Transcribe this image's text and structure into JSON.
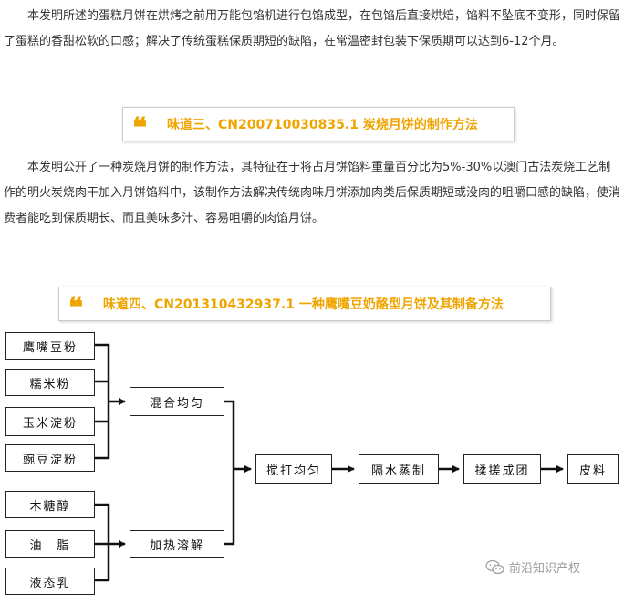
{
  "paragraphs": [
    "本发明所述的蛋糕月饼在烘烤之前用万能包馅机进行包馅成型，在包馅后直接烘焙，馅料不坠底不变形，同时保留了蛋糕的香甜松软的口感；解决了传统蛋糕保质期短的缺陷，在常温密封包装下保质期可以达到6-12个月。",
    "本发明公开了一种炭烧月饼的制作方法，其特征在于将占月饼馅料重量百分比为5%-30%以澳门古法炭烧工艺制作的明火炭烧肉干加入月饼馅料中，该制作方法解决传统肉味月饼添加肉类后保质期短或没肉的咀嚼口感的缺陷，使消费者能吃到保质期长、而且美味多汁、容易咀嚼的肉馅月饼。"
  ],
  "headings": [
    "味道三、CN200710030835.1 炭烧月饼的制作方法",
    "味道四、CN201310432937.1 一种鹰嘴豆奶酪型月饼及其制备方法"
  ],
  "flow": {
    "group1": [
      "鹰嘴豆粉",
      "糯米粉",
      "玉米淀粉",
      "豌豆淀粉"
    ],
    "group2": [
      "木糖醇",
      "油　脂",
      "液态乳"
    ],
    "mix": "混合均匀",
    "heat": "加热溶解",
    "stir": "搅打均匀",
    "steam": "隔水蒸制",
    "knead": "揉搓成团",
    "skin": "皮料"
  },
  "watermark": {
    "text": "前沿知识产权",
    "icon": "wechat-icon"
  },
  "colors": {
    "accent": "#f0a400",
    "body_text": "#333333"
  }
}
